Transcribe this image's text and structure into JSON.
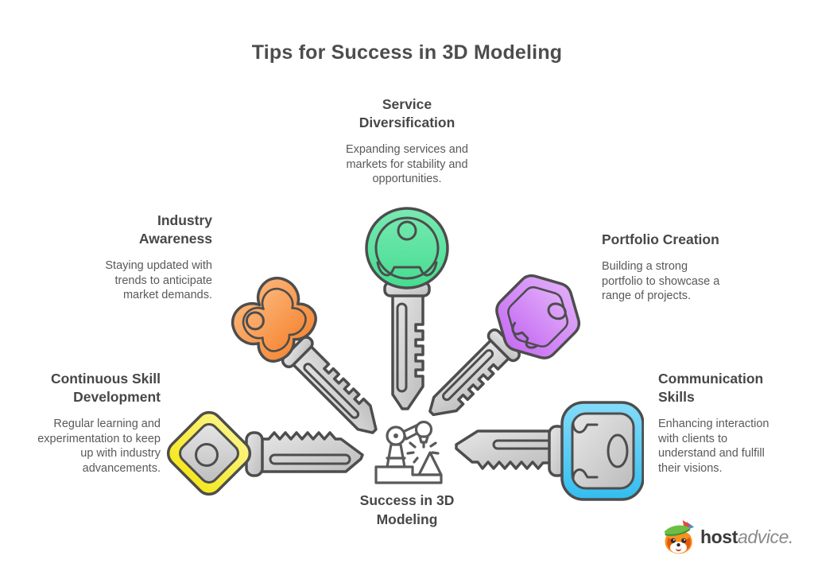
{
  "title": "Tips for Success in 3D Modeling",
  "tips": [
    {
      "id": "service-diversification",
      "heading": "Service\nDiversification",
      "body": "Expanding services and\nmarkets for stability and\nopportunities.",
      "icon": "key-icon-round-head",
      "key_color": "#50E09B"
    },
    {
      "id": "industry-awareness",
      "heading": "Industry\nAwareness",
      "body": "Staying updated with\ntrends to anticipate\nmarket demands.",
      "icon": "key-icon-clover-head",
      "key_color": "#F79A56"
    },
    {
      "id": "portfolio-creation",
      "heading": "Portfolio Creation",
      "body": "Building a strong\nportfolio to showcase a\nrange of projects.",
      "icon": "key-icon-hexagon-head",
      "key_color": "#CE7EF6"
    },
    {
      "id": "continuous-skill-development",
      "heading": "Continuous Skill\nDevelopment",
      "body": "Regular learning and\nexperimentation to keep\nup with industry\nadvancements.",
      "icon": "key-icon-diamond-head",
      "key_color": "#F8EC3E"
    },
    {
      "id": "communication-skills",
      "heading": "Communication\nSkills",
      "body": "Enhancing interaction\nwith clients to\nunderstand and fulfill\ntheir visions.",
      "icon": "key-icon-square-head",
      "key_color": "#4DC6F2"
    }
  ],
  "center": {
    "label": "Success in 3D\nModeling",
    "icon": "robot-arm-3d-printer-icon"
  },
  "brand": {
    "name": "hostadvice",
    "host": "host",
    "advice": "advice.",
    "mascot_icon": "fox-mascot-icon"
  },
  "colors": {
    "outline": "#4D4D4D",
    "key_metal_gray": "#C9C9C9",
    "heading_text": "#474747",
    "body_text": "#595959"
  }
}
